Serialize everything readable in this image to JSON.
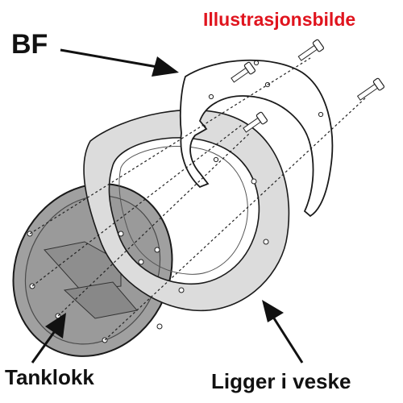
{
  "header": {
    "title": "Illustrasjonsbilde",
    "title_color": "#e0141e"
  },
  "labels": {
    "top_left": "BF",
    "bottom_left": "Tanklokk",
    "bottom_right": "Ligger i veske"
  },
  "parts": {
    "screw_icon": "screw-icon",
    "arrow_icon": "arrow-icon"
  },
  "colors": {
    "gray_plate": "#a0a0a0",
    "ring": "#dcdcdc",
    "outline": "#1a1a1a"
  }
}
